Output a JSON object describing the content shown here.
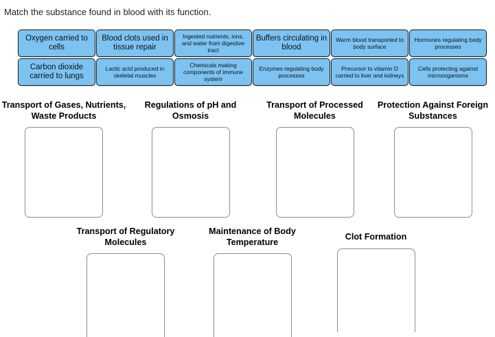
{
  "prompt": "Match the substance found in blood with its function.",
  "colors": {
    "tile_fill": "#7CC3F2",
    "tile_border": "#1b1b1b",
    "dropzone_border": "#8d8d8d",
    "background": "#ffffff",
    "text": "#111111"
  },
  "tile_bank": {
    "row1": [
      {
        "label": "Oxygen carried to cells",
        "size": "lg"
      },
      {
        "label": "Blood clots used in tissue repair",
        "size": "lg"
      },
      {
        "label": "Ingested nutrients, ions, and water from digestive tract",
        "size": "sm"
      },
      {
        "label": "Buffers circulating in blood",
        "size": "lg"
      },
      {
        "label": "Warm blood transported to body surface",
        "size": "sm"
      },
      {
        "label": "Hormones regulating body processes",
        "size": "sm"
      }
    ],
    "row2": [
      {
        "label": "Carbon dioxide carried to lungs",
        "size": "lg"
      },
      {
        "label": "Lactic acid produced in skeletal muscles",
        "size": "sm"
      },
      {
        "label": "Chemicals making components of immune system",
        "size": "sm"
      },
      {
        "label": "Enzymes regulating body processes",
        "size": "sm"
      },
      {
        "label": "Precursor to vitamin D carried to liver and kidneys",
        "size": "sm"
      },
      {
        "label": "Cells protecting against microorganisms",
        "size": "sm"
      }
    ]
  },
  "categories": {
    "row1": [
      {
        "title": "Transport of Gases, Nutrients, Waste Products"
      },
      {
        "title": "Regulations of pH and Osmosis"
      },
      {
        "title": "Transport of Processed Molecules"
      },
      {
        "title": "Protection Against Foreign Substances"
      }
    ],
    "row2": [
      {
        "title": "Transport of Regulatory Molecules"
      },
      {
        "title": "Maintenance of Body Temperature"
      },
      {
        "title": "Clot Formation"
      }
    ]
  }
}
